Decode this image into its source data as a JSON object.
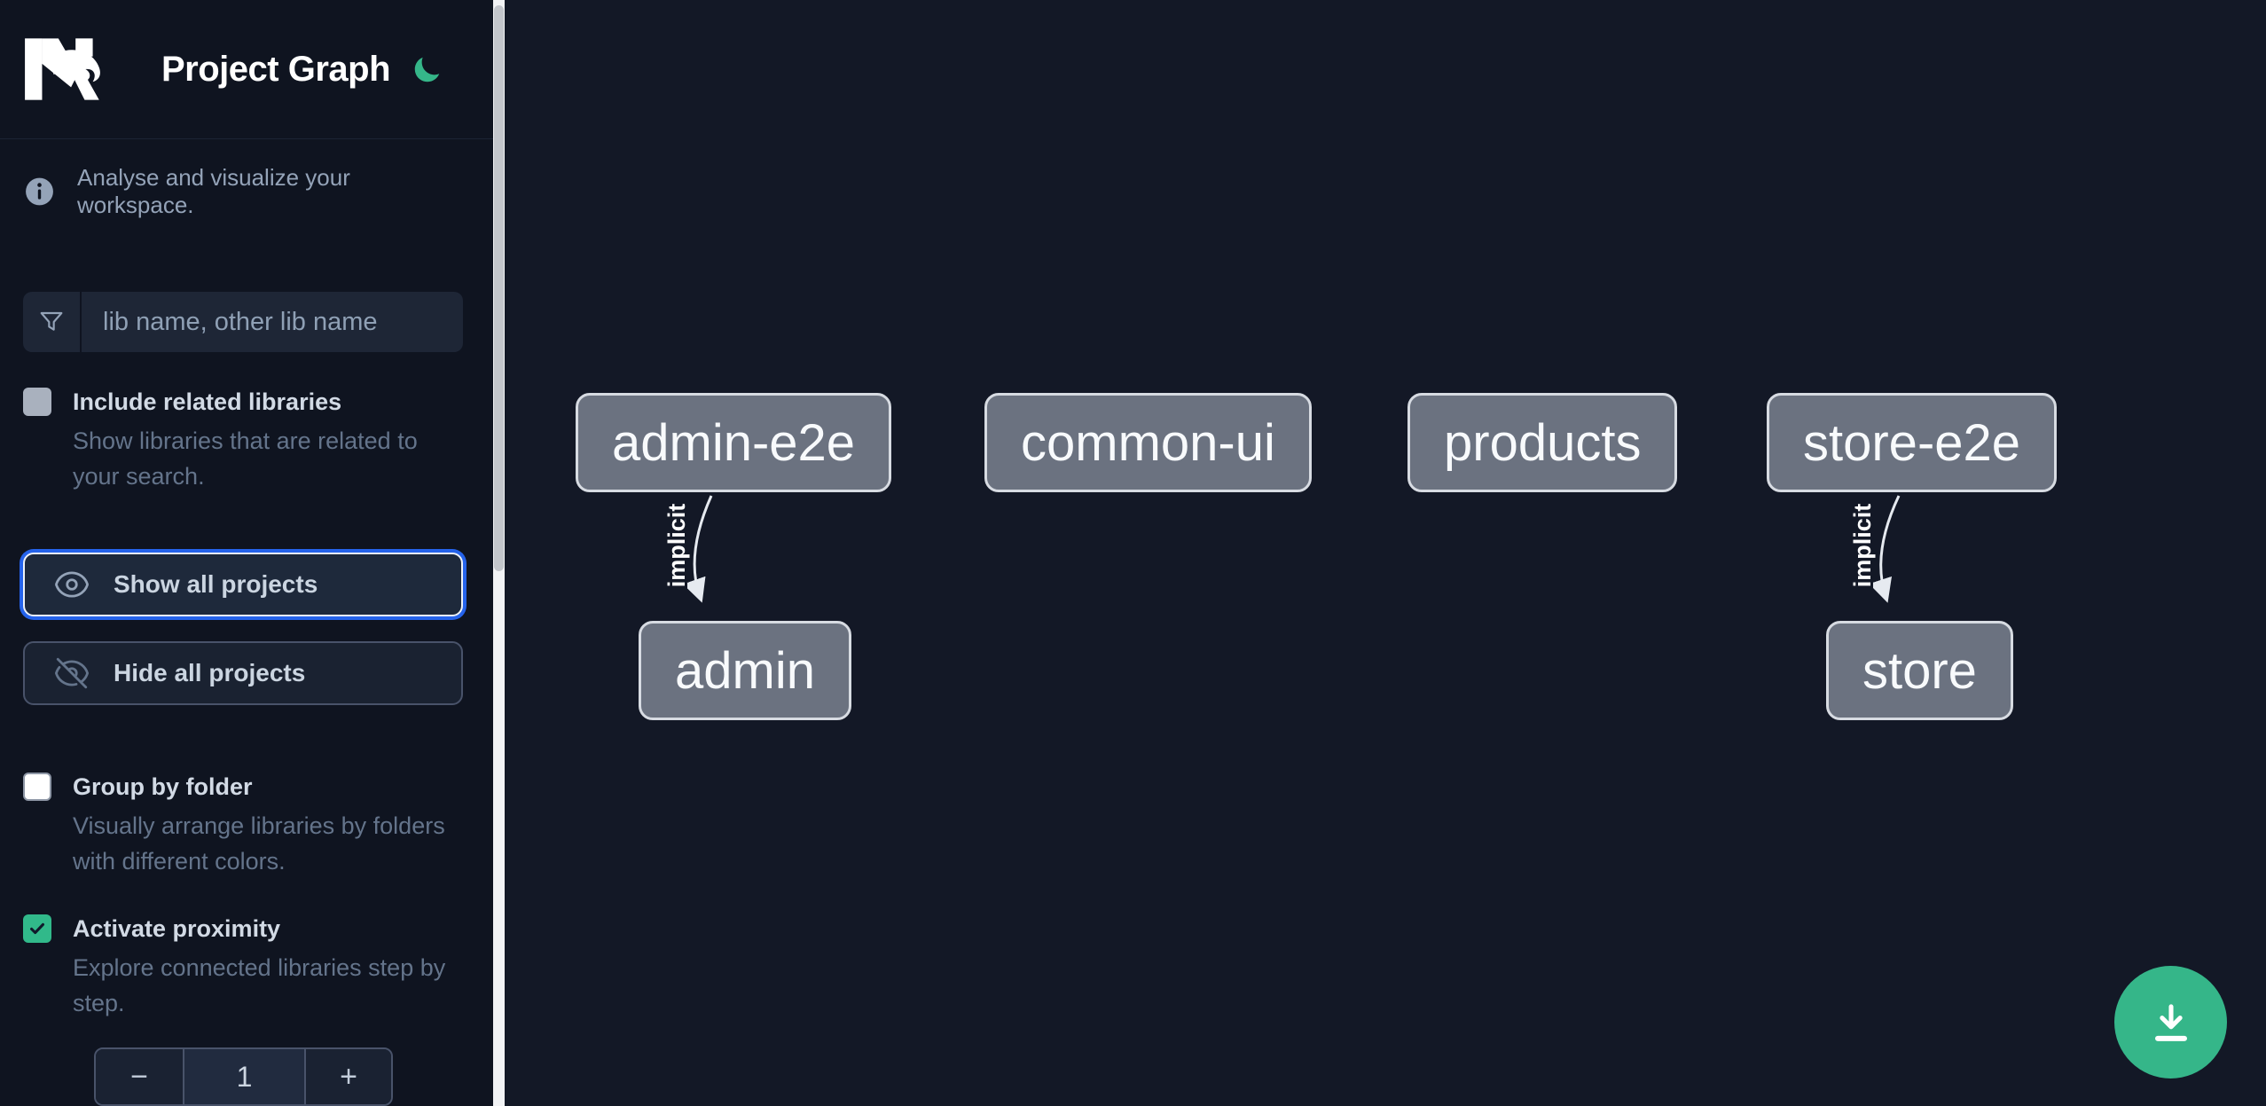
{
  "header": {
    "title": "Project Graph"
  },
  "sidebar": {
    "subtitle": "Analyse and visualize your workspace.",
    "search": {
      "placeholder": "lib name, other lib name",
      "value": ""
    },
    "options": [
      {
        "label": "Include related libraries",
        "description": "Show libraries that are related to your search.",
        "checked": false
      },
      {
        "label": "Group by folder",
        "description": "Visually arrange libraries by folders with different colors.",
        "checked": false
      },
      {
        "label": "Activate proximity",
        "description": "Explore connected libraries step by step.",
        "checked": true
      }
    ],
    "buttons": {
      "show_all": "Show all projects",
      "hide_all": "Hide all projects"
    },
    "stepper": {
      "decrement": "−",
      "value": "1",
      "increment": "+"
    }
  },
  "graph": {
    "nodes": [
      {
        "label": "admin-e2e"
      },
      {
        "label": "common-ui"
      },
      {
        "label": "products"
      },
      {
        "label": "store-e2e"
      },
      {
        "label": "admin"
      },
      {
        "label": "store"
      }
    ],
    "edges": [
      {
        "from": "admin-e2e",
        "to": "admin",
        "label": "implicit"
      },
      {
        "from": "store-e2e",
        "to": "store",
        "label": "implicit"
      }
    ]
  },
  "icons": {
    "logo": "nx-logo",
    "theme_toggle": "moon",
    "info": "info-circle",
    "search": "funnel",
    "show_all": "eye",
    "hide_all": "eye-slash",
    "download": "download-arrow"
  },
  "colors": {
    "accent_green": "#35b689",
    "focus_blue": "#2563eb",
    "sidebar_bg": "#0f1420",
    "canvas_bg": "#131826",
    "node_fill": "#6b7280",
    "node_border": "#d7dbe2",
    "text_muted": "#64748b"
  }
}
